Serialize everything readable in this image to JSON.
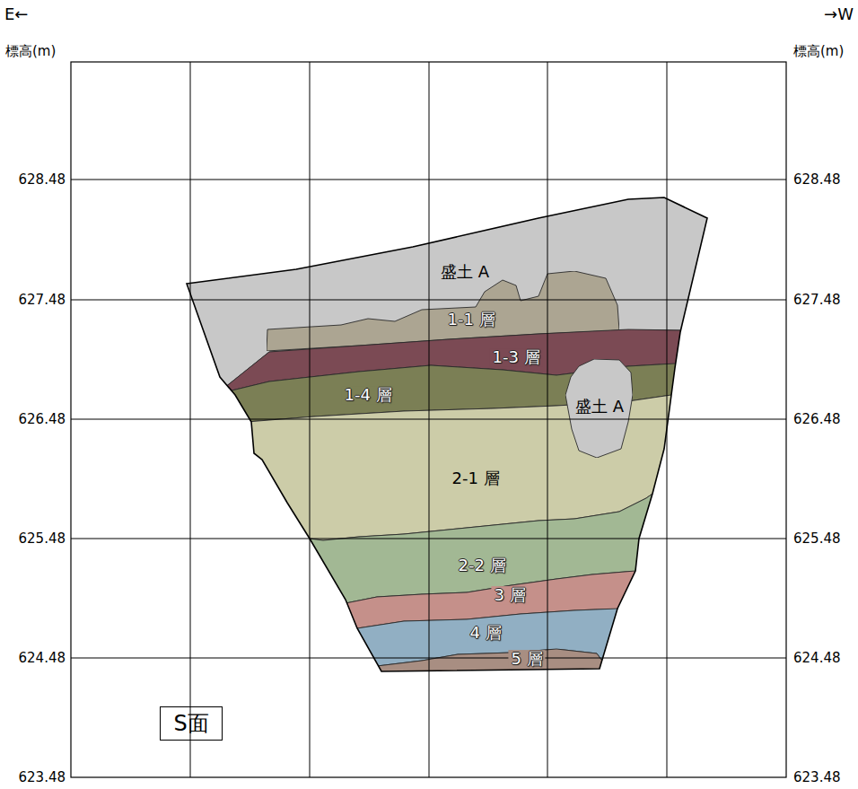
{
  "diagram": {
    "nodes": [
      {
        "text": [
          "盛土 A"
        ]
      },
      {
        "text": [
          "1-1 層"
        ]
      },
      {
        "text": [
          "1-3 層"
        ]
      },
      {
        "text": [
          "1-4 層"
        ]
      },
      {
        "text": [
          "盛土 A"
        ]
      },
      {
        "text": [
          "2-1 層"
        ]
      },
      {
        "text": [
          "2-2 層"
        ]
      },
      {
        "text": [
          "3 層"
        ]
      },
      {
        "text": [
          "4 層"
        ]
      },
      {
        "text": [
          "5 層"
        ]
      },
      {
        "text": [
          "S面"
        ]
      }
    ],
    "labels": [
      "E←",
      "→W",
      "標高(m)",
      "標高(m)",
      "628.48",
      "628.48",
      "627.48",
      "627.48",
      "626.48",
      "626.48",
      "625.48",
      "625.48",
      "624.48",
      "624.48",
      "623.48",
      "623.48"
    ]
  }
}
